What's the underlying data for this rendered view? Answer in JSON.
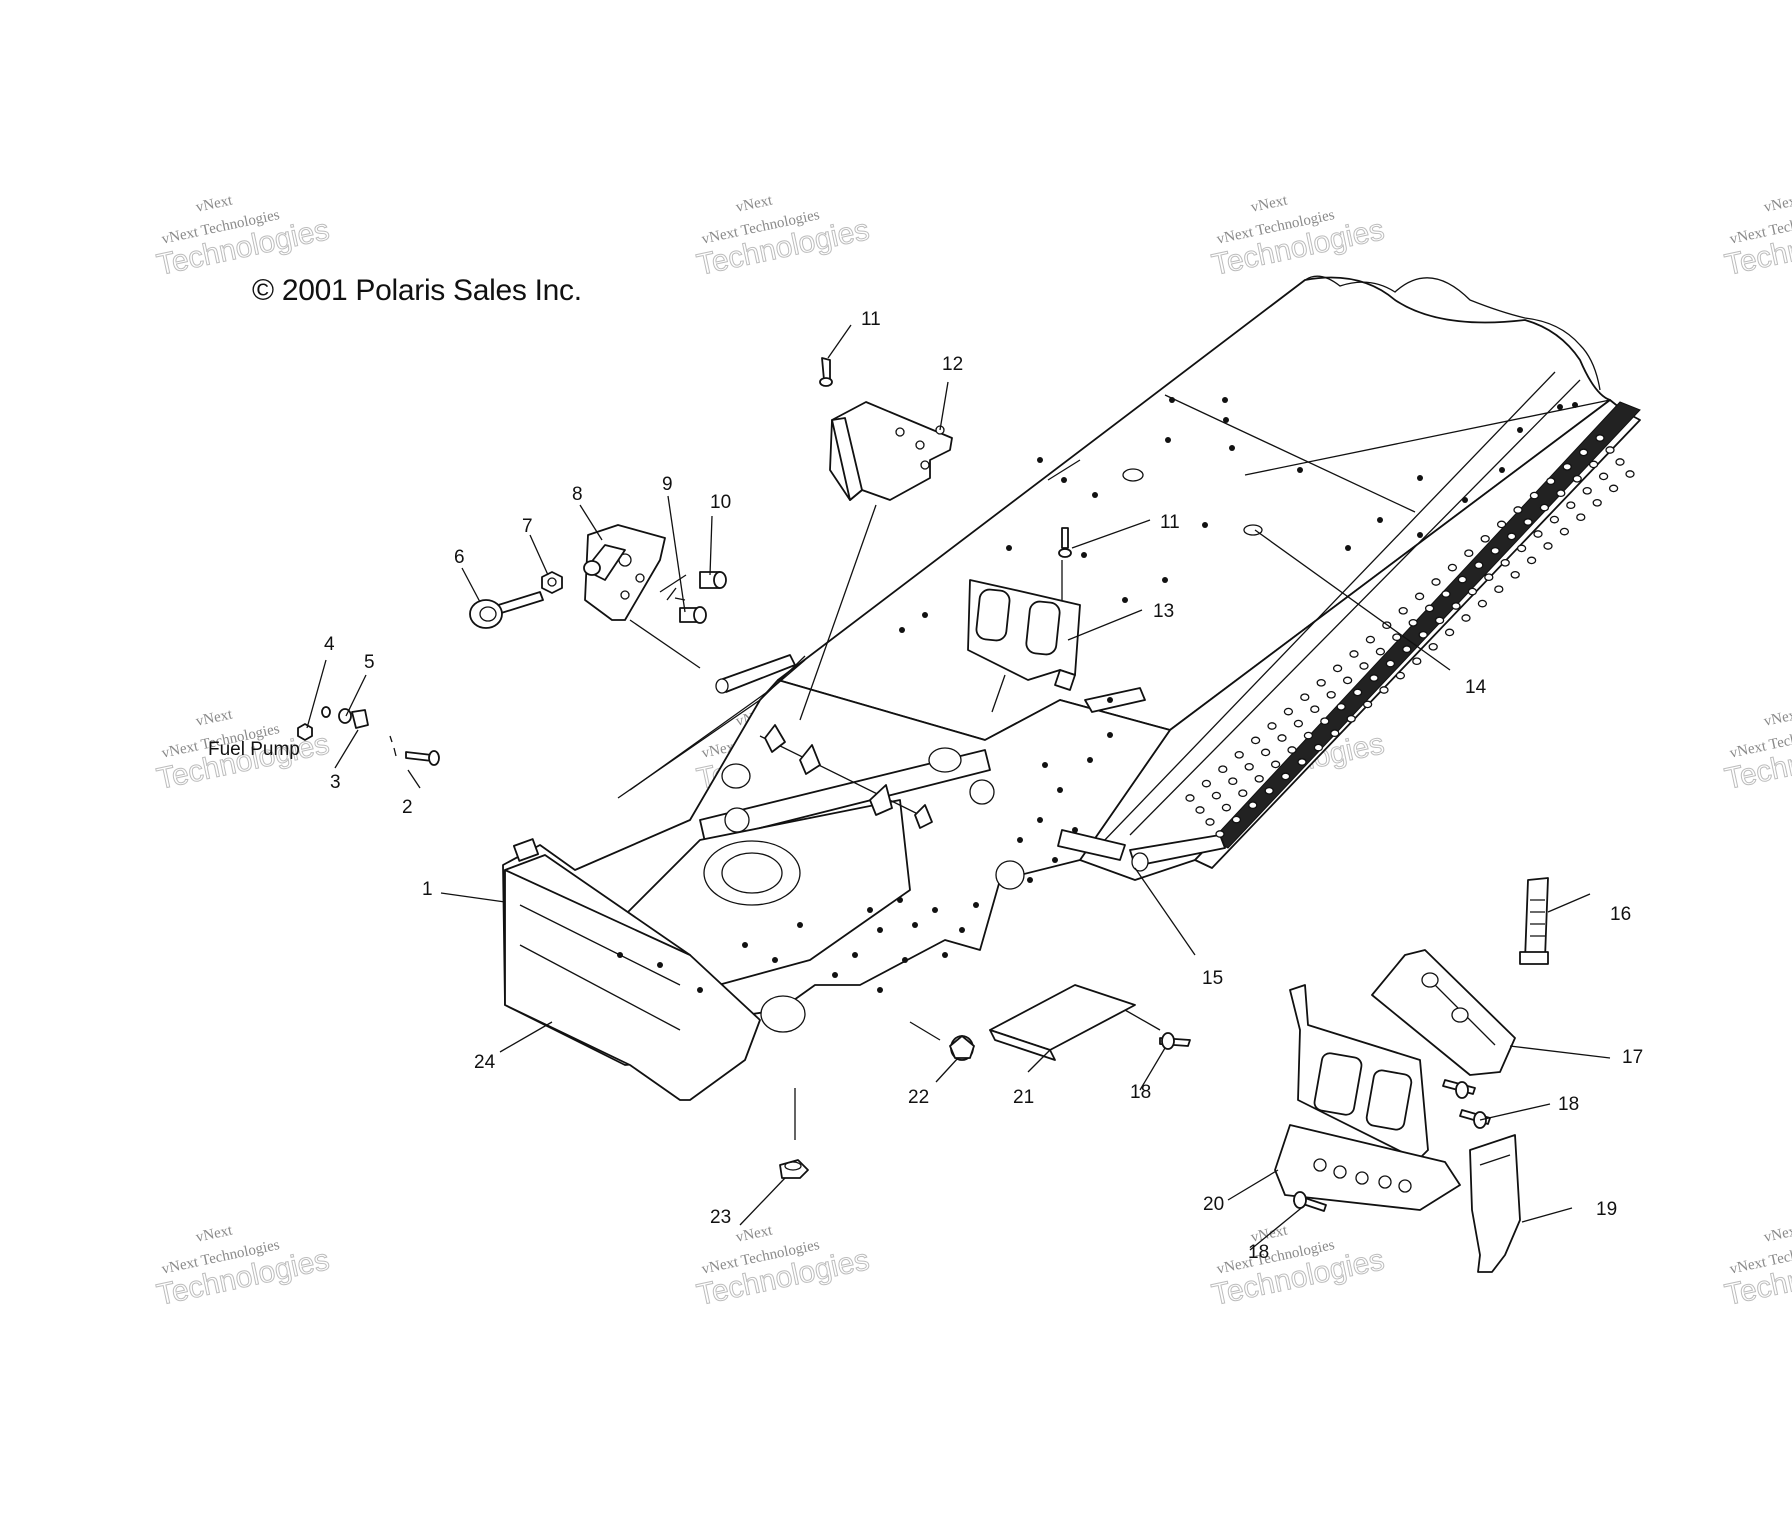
{
  "copyright": "© 2001 Polaris Sales Inc.",
  "labels": {
    "fuel_pump": "Fuel Pump"
  },
  "callouts": [
    "1",
    "2",
    "3",
    "4",
    "5",
    "6",
    "7",
    "8",
    "9",
    "10",
    "11",
    "11",
    "12",
    "13",
    "14",
    "15",
    "16",
    "17",
    "18",
    "18",
    "18",
    "19",
    "20",
    "21",
    "22",
    "23",
    "24"
  ],
  "watermark": {
    "line1": "vNext Technologies",
    "line2": "vNext",
    "line3": "Technologies"
  }
}
